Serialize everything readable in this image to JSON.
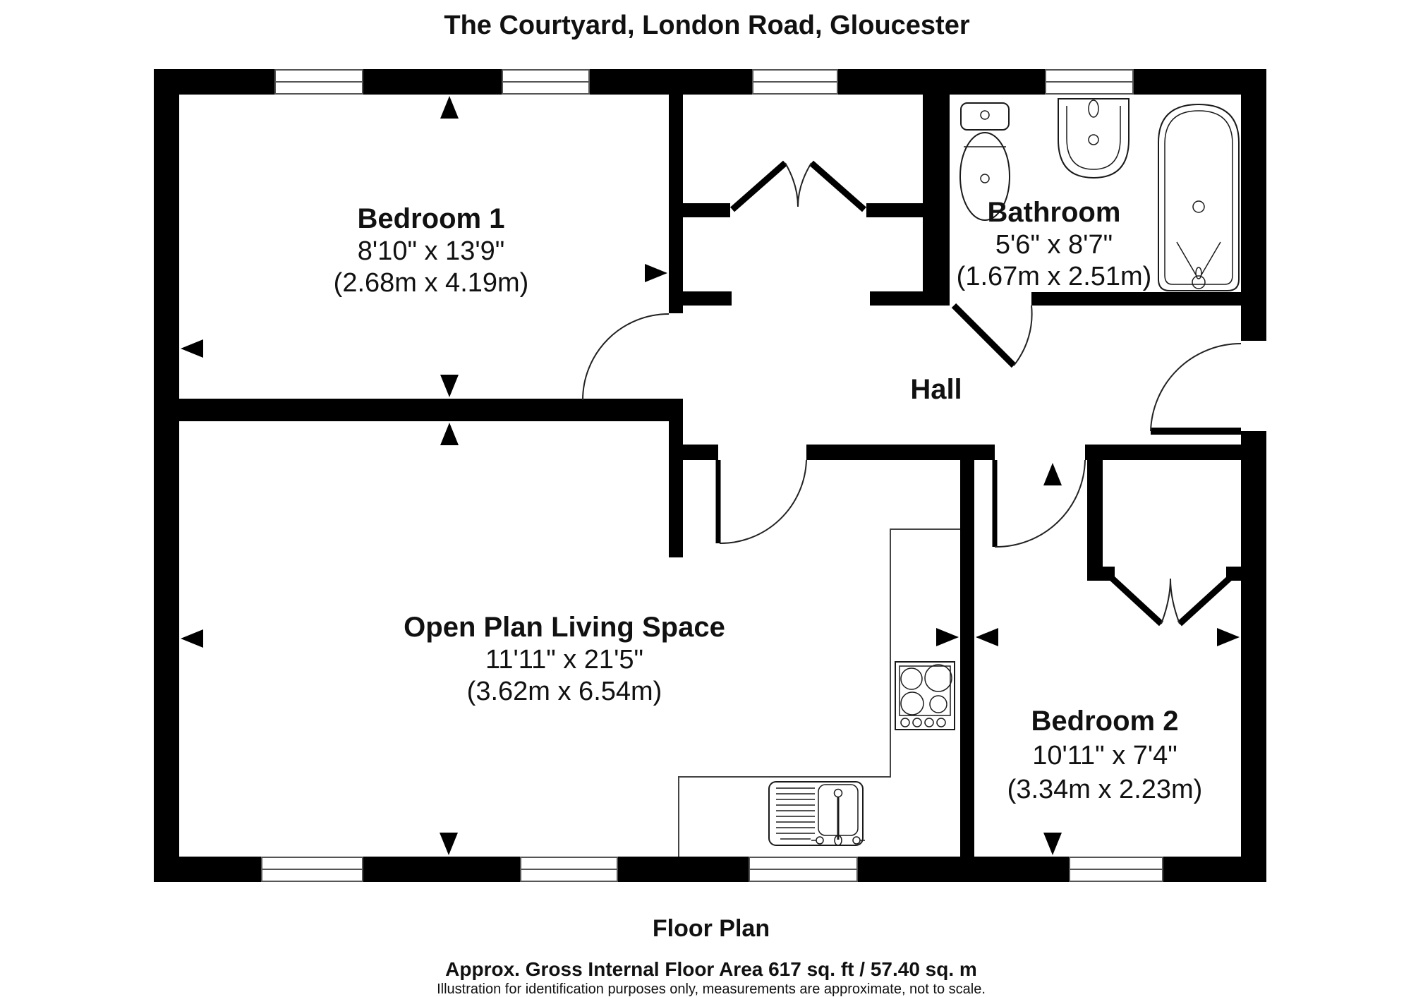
{
  "title": "The Courtyard, London Road, Gloucester",
  "rooms": {
    "bedroom1": {
      "name": "Bedroom 1",
      "imperial": "8'10\" x 13'9\"",
      "metric": "(2.68m x 4.19m)"
    },
    "bathroom": {
      "name": "Bathroom",
      "imperial": "5'6\" x 8'7\"",
      "metric": "(1.67m x 2.51m)"
    },
    "hall": {
      "name": "Hall"
    },
    "living": {
      "name": "Open Plan Living Space",
      "imperial": "11'11\" x 21'5\"",
      "metric": "(3.62m x 6.54m)"
    },
    "bedroom2": {
      "name": "Bedroom 2",
      "imperial": "10'11\" x 7'4\"",
      "metric": "(3.34m x 2.23m)"
    }
  },
  "footer": {
    "label": "Floor Plan",
    "area": "Approx. Gross Internal Floor Area 617 sq. ft / 57.40 sq. m",
    "disclaimer": "Illustration for identification purposes only, measurements are approximate, not to scale."
  },
  "colors": {
    "wall": "#000000",
    "background": "#ffffff"
  }
}
